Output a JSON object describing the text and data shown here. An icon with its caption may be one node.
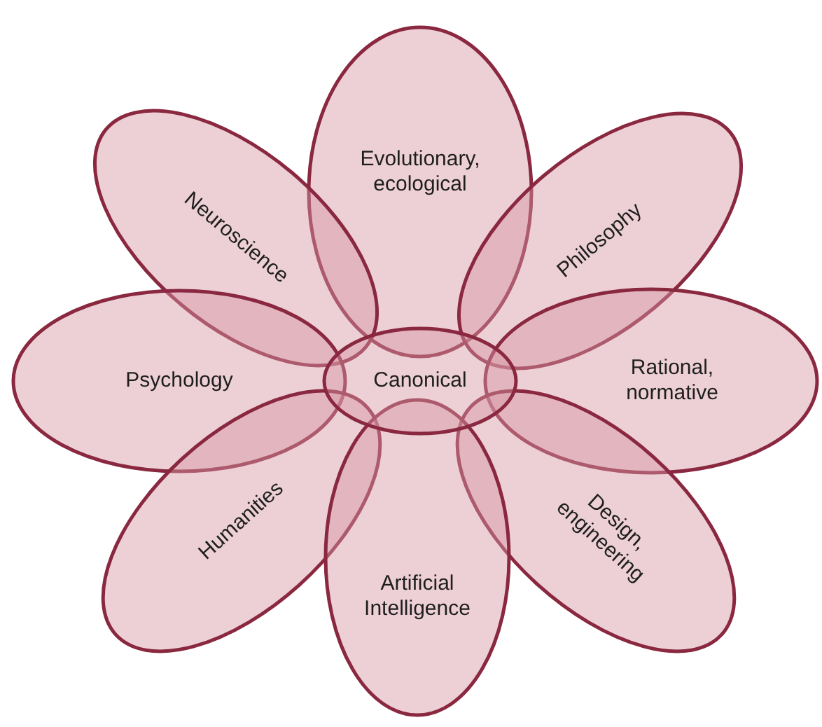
{
  "diagram": {
    "nodes": [
      {
        "text": [
          "Evolutionary, ecological"
        ]
      },
      {
        "text": [
          "Neuroscience"
        ]
      },
      {
        "text": [
          "Philosophy"
        ]
      },
      {
        "text": [
          "Psychology"
        ]
      },
      {
        "text": [
          "Rational, normative"
        ]
      },
      {
        "text": [
          "Humanities"
        ]
      },
      {
        "text": [
          "Design, engineering"
        ]
      },
      {
        "text": [
          "Artificial Intelligence"
        ]
      },
      {
        "text": [
          "Canonical"
        ]
      }
    ]
  }
}
